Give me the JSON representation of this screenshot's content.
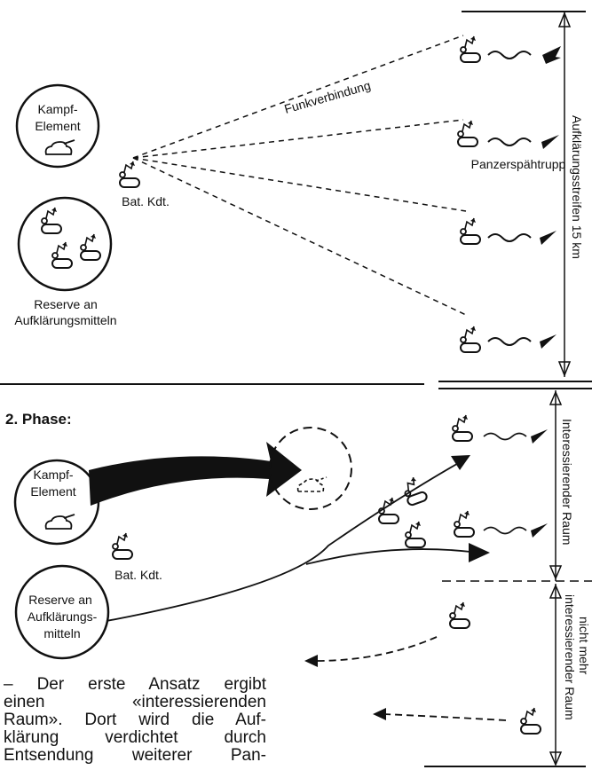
{
  "phase1": {
    "kampf_element_label": "Kampf-\nElement",
    "reserve_label_line1": "Reserve an",
    "reserve_label_line2": "Aufklärungsmitteln",
    "bat_kdt_label": "Bat. Kdt.",
    "radio_label": "Funkverbindung",
    "patrol_label": "Panzerspähtrupp",
    "strip_label": "Aufklärungsstreifen 15 km"
  },
  "phase2": {
    "title": "2. Phase:",
    "kampf_element_line1": "Kampf-",
    "kampf_element_line2": "Element",
    "bat_kdt_label": "Bat. Kdt.",
    "reserve_line1": "Reserve an",
    "reserve_line2": "Aufklärungs-",
    "reserve_line3": "mitteln",
    "interesting_area_label": "Interessierender Raum",
    "not_interesting_line1": "nicht mehr",
    "not_interesting_line2": "interessierender Raum"
  },
  "paragraph": {
    "line1": "– Der erste Ansatz ergibt",
    "line2": "einen «interessierenden",
    "line3": "Raum». Dort wird die Auf-",
    "line4": "klärung verdichtet durch",
    "line5": "Entsendung weiterer Pan-"
  }
}
